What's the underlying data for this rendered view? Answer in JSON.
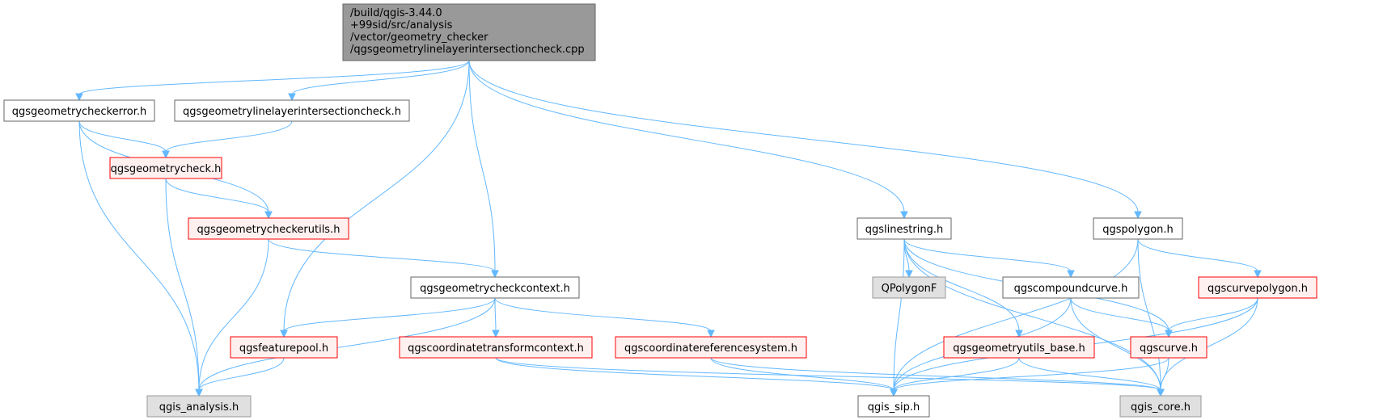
{
  "colors": {
    "edge": "#63b8ff",
    "root_fill": "#999999",
    "root_stroke": "#666666",
    "plain_fill": "#ffffff",
    "plain_stroke": "#666666",
    "red_fill": "#fff0f0",
    "red_stroke": "#ff0000",
    "gray_fill": "#e0e0e0",
    "gray_stroke": "#999999"
  },
  "nodes": [
    {
      "id": "root",
      "style": "root",
      "lines": [
        "/build/qgis-3.44.0",
        "+99sid/src/analysis",
        "/vector/geometry_checker",
        "/qgsgeometrylinelayerintersectioncheck.cpp"
      ]
    },
    {
      "id": "checkerror",
      "style": "plain",
      "lines": [
        "qgsgeometrycheckerror.h"
      ]
    },
    {
      "id": "linelayerintersection",
      "style": "plain",
      "lines": [
        "qgsgeometrylinelayerintersectioncheck.h"
      ]
    },
    {
      "id": "geometrycheck",
      "style": "red",
      "lines": [
        "qgsgeometrycheck.h"
      ]
    },
    {
      "id": "checkerutils",
      "style": "red",
      "lines": [
        "qgsgeometrycheckerutils.h"
      ]
    },
    {
      "id": "checkcontext",
      "style": "plain",
      "lines": [
        "qgsgeometrycheckcontext.h"
      ]
    },
    {
      "id": "featurepool",
      "style": "red",
      "lines": [
        "qgsfeaturepool.h"
      ]
    },
    {
      "id": "coordtransformctx",
      "style": "red",
      "lines": [
        "qgscoordinatetransformcontext.h"
      ]
    },
    {
      "id": "crs",
      "style": "red",
      "lines": [
        "qgscoordinatereferencesystem.h"
      ]
    },
    {
      "id": "analysis",
      "style": "gray",
      "lines": [
        "qgis_analysis.h"
      ]
    },
    {
      "id": "linestring",
      "style": "plain",
      "lines": [
        "qgslinestring.h"
      ]
    },
    {
      "id": "polygonf",
      "style": "gray",
      "lines": [
        "QPolygonF"
      ]
    },
    {
      "id": "compoundcurve",
      "style": "plain",
      "lines": [
        "qgscompoundcurve.h"
      ]
    },
    {
      "id": "geomutilsbase",
      "style": "red",
      "lines": [
        "qgsgeometryutils_base.h"
      ]
    },
    {
      "id": "curve",
      "style": "red",
      "lines": [
        "qgscurve.h"
      ]
    },
    {
      "id": "polygon",
      "style": "plain",
      "lines": [
        "qgspolygon.h"
      ]
    },
    {
      "id": "curvepolygon",
      "style": "red",
      "lines": [
        "qgscurvepolygon.h"
      ]
    },
    {
      "id": "sip",
      "style": "plain",
      "lines": [
        "qgis_sip.h"
      ]
    },
    {
      "id": "core",
      "style": "gray",
      "lines": [
        "qgis_core.h"
      ]
    }
  ],
  "edges": [
    [
      "root",
      "checkerror"
    ],
    [
      "root",
      "linelayerintersection"
    ],
    [
      "root",
      "featurepool"
    ],
    [
      "root",
      "checkcontext"
    ],
    [
      "root",
      "linestring"
    ],
    [
      "root",
      "polygon"
    ],
    [
      "checkerror",
      "geometrycheck"
    ],
    [
      "checkerror",
      "checkerutils"
    ],
    [
      "checkerror",
      "analysis"
    ],
    [
      "linelayerintersection",
      "geometrycheck"
    ],
    [
      "geometrycheck",
      "checkerutils"
    ],
    [
      "geometrycheck",
      "analysis"
    ],
    [
      "checkerutils",
      "checkcontext"
    ],
    [
      "checkerutils",
      "analysis"
    ],
    [
      "checkcontext",
      "featurepool"
    ],
    [
      "checkcontext",
      "coordtransformctx"
    ],
    [
      "checkcontext",
      "crs"
    ],
    [
      "checkcontext",
      "analysis"
    ],
    [
      "featurepool",
      "analysis"
    ],
    [
      "coordtransformctx",
      "sip"
    ],
    [
      "coordtransformctx",
      "core"
    ],
    [
      "crs",
      "sip"
    ],
    [
      "crs",
      "core"
    ],
    [
      "linestring",
      "polygonf"
    ],
    [
      "linestring",
      "compoundcurve"
    ],
    [
      "linestring",
      "geomutilsbase"
    ],
    [
      "linestring",
      "curve"
    ],
    [
      "linestring",
      "sip"
    ],
    [
      "linestring",
      "core"
    ],
    [
      "compoundcurve",
      "curve"
    ],
    [
      "compoundcurve",
      "sip"
    ],
    [
      "compoundcurve",
      "core"
    ],
    [
      "geomutilsbase",
      "sip"
    ],
    [
      "geomutilsbase",
      "core"
    ],
    [
      "curve",
      "sip"
    ],
    [
      "curve",
      "core"
    ],
    [
      "polygon",
      "curvepolygon"
    ],
    [
      "polygon",
      "sip"
    ],
    [
      "polygon",
      "core"
    ],
    [
      "curvepolygon",
      "curve"
    ],
    [
      "curvepolygon",
      "sip"
    ],
    [
      "curvepolygon",
      "core"
    ]
  ]
}
